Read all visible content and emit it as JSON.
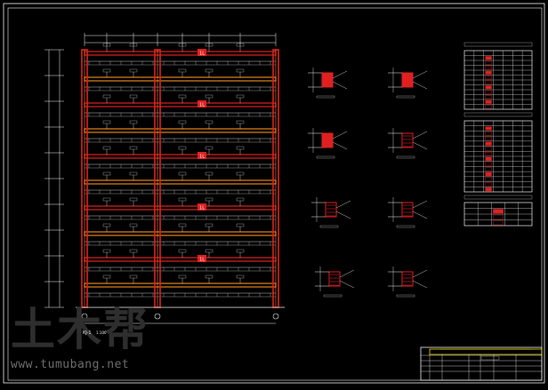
{
  "watermark": {
    "logo_text": "土木帮",
    "url": "www.tumubang.net"
  },
  "drawing": {
    "frame_title": "KJ-1",
    "frame_scale": "1:100",
    "story_tag": "1L",
    "stories": 10,
    "bays": 2
  },
  "colors": {
    "background": "#000000",
    "column_red": "#e02020",
    "beam_orange": "#e0841c",
    "line_white": "#f0f0f0",
    "table_red": "#e02020",
    "title_block_yellow": "#f0e000",
    "watermark": "#2e2e2e"
  }
}
